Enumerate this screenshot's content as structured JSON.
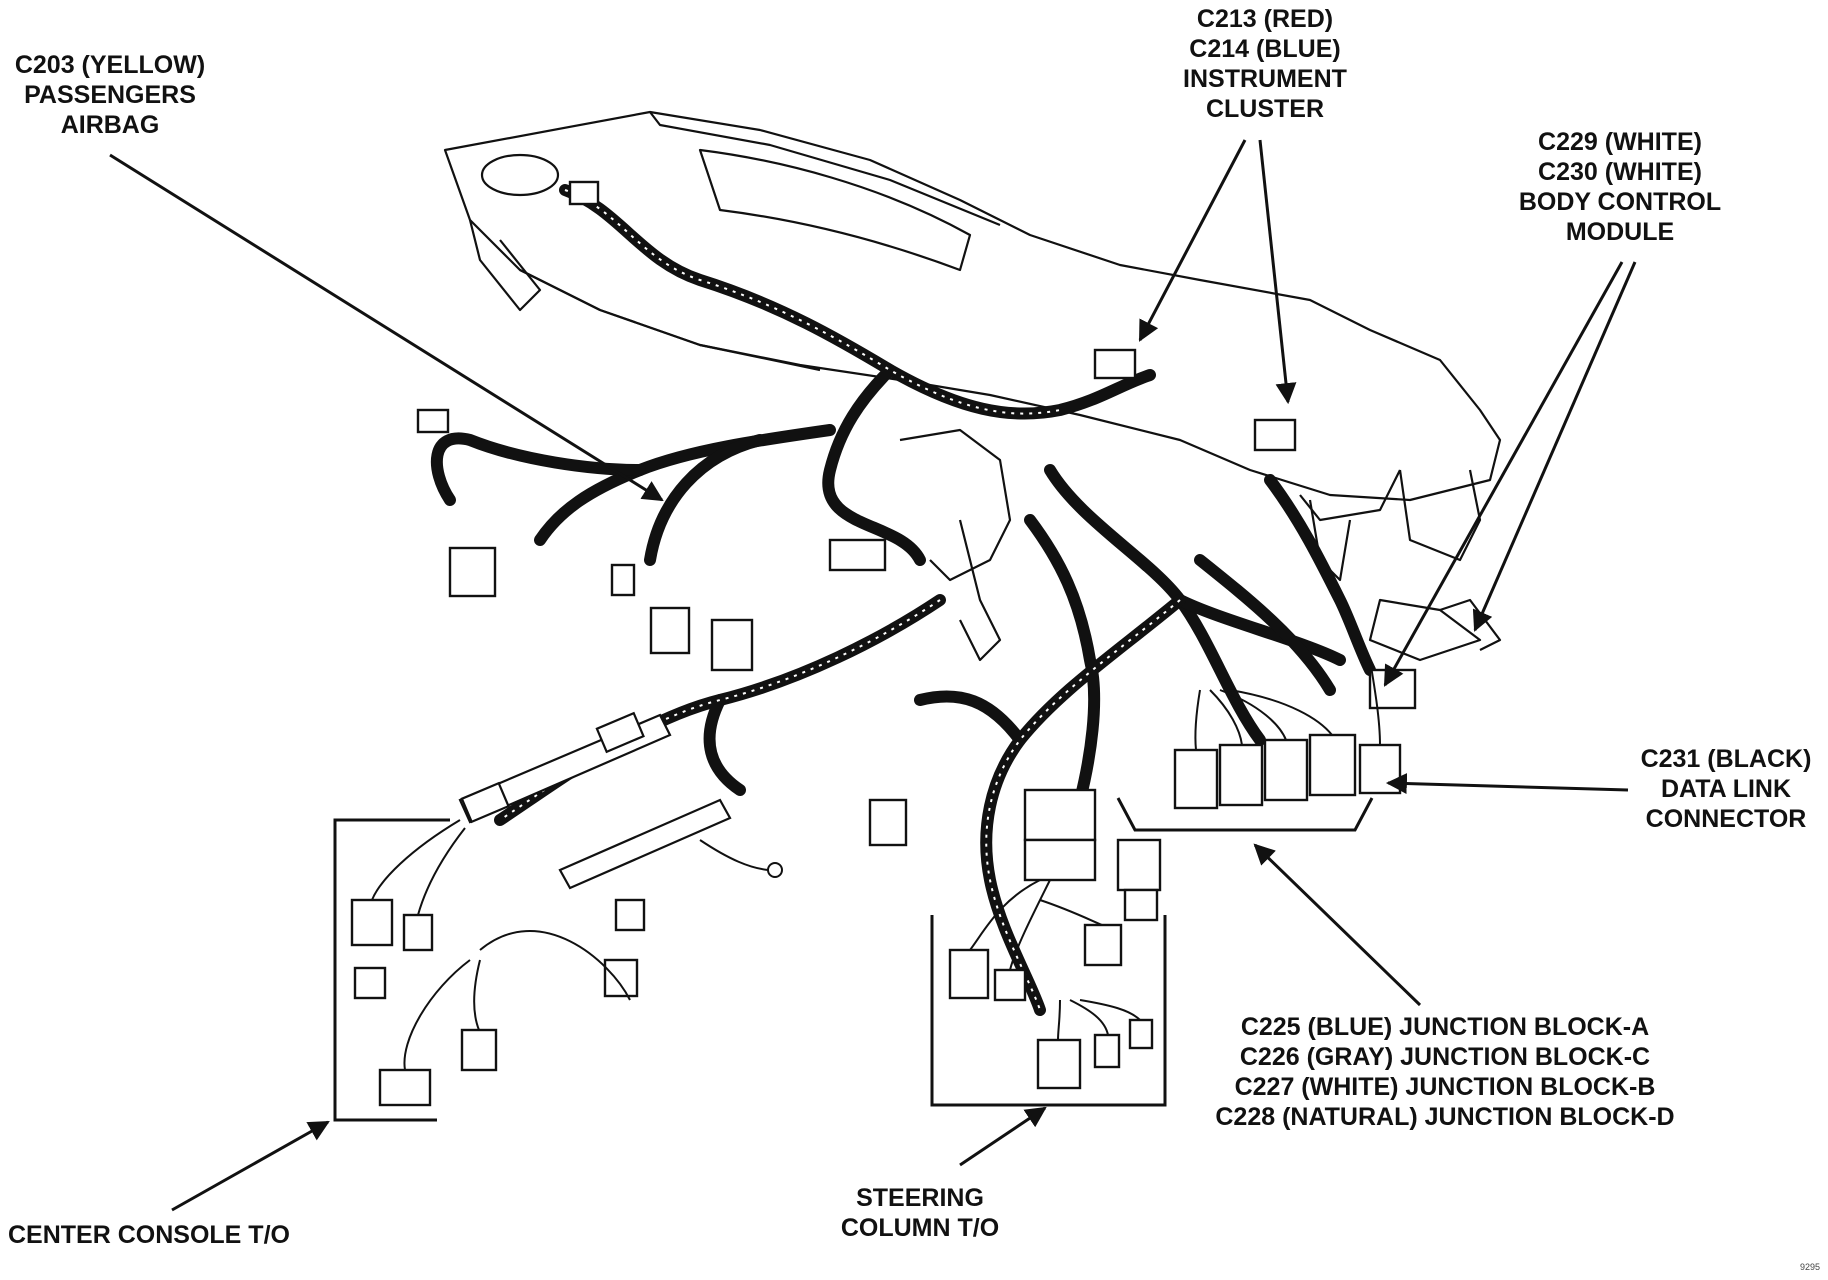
{
  "labels": {
    "c203": [
      "C203 (YELLOW)",
      "PASSENGERS",
      "AIRBAG"
    ],
    "cluster": [
      "C213 (RED)",
      "C214 (BLUE)",
      "INSTRUMENT",
      "CLUSTER"
    ],
    "bcm": [
      "C229 (WHITE)",
      "C230 (WHITE)",
      "BODY CONTROL",
      "MODULE"
    ],
    "dlc": [
      "C231 (BLACK)",
      "DATA LINK",
      "CONNECTOR"
    ],
    "junction": [
      "C225 (BLUE) JUNCTION BLOCK-A",
      "C226 (GRAY) JUNCTION BLOCK-C",
      "C227 (WHITE) JUNCTION BLOCK-B",
      "C228 (NATURAL) JUNCTION BLOCK-D"
    ],
    "steering": [
      "STEERING",
      "COLUMN T/O"
    ],
    "console": [
      "CENTER CONSOLE T/O"
    ]
  },
  "figure_id": "9295"
}
